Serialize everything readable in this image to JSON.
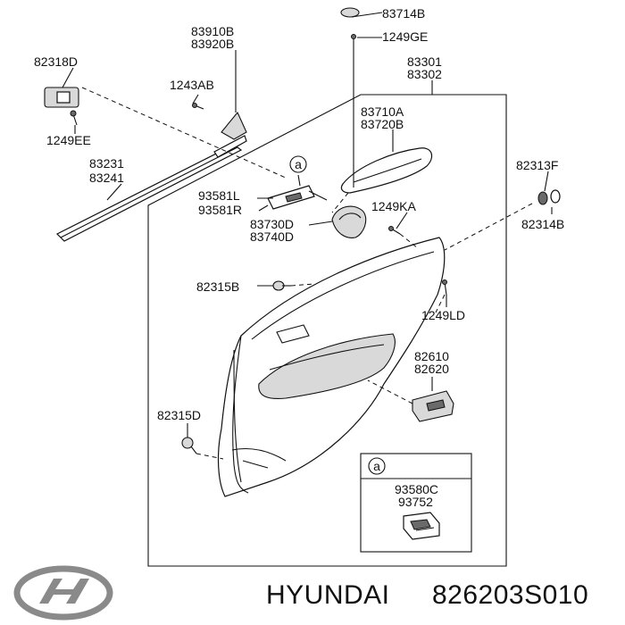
{
  "labels": {
    "p83714B": "83714B",
    "p1249GE": "1249GE",
    "p83910B": "83910B",
    "p83920B": "83920B",
    "p82318D": "82318D",
    "p1243AB": "1243AB",
    "p1249EE": "1249EE",
    "p83301": "83301",
    "p83302": "83302",
    "p83710A": "83710A",
    "p83720B": "83720B",
    "p83231": "83231",
    "p83241": "83241",
    "p82313F": "82313F",
    "p82314B": "82314B",
    "callout_a": "a",
    "p93581L": "93581L",
    "p93581R": "93581R",
    "p83730D": "83730D",
    "p83740D": "83740D",
    "p1249KA": "1249KA",
    "p82315B": "82315B",
    "p1249LD": "1249LD",
    "p82610": "82610",
    "p82620": "82620",
    "p82315D": "82315D",
    "inset_a": "a",
    "p93580C": "93580C",
    "p93752": "93752"
  },
  "footer": {
    "brand": "HYUNDAI",
    "part_number": "826203S010"
  },
  "icons": {
    "logo": "hyundai-logo-icon"
  }
}
